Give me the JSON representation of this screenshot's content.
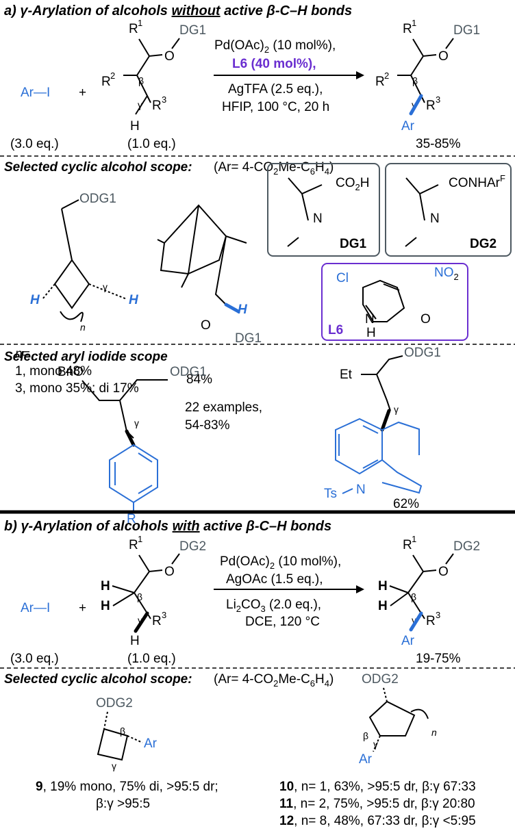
{
  "section_a": {
    "prefix": "a) ",
    "title": "γ-Arylation of alcohols without active β-C–H bonds",
    "title_parts": [
      "γ-Arylation of alcohols ",
      "without",
      " active β-",
      "C–H",
      " bonds"
    ],
    "aryl_iodide": "Ar—I",
    "plus": "+",
    "substrate_labels": [
      "R",
      "1",
      "DG1",
      "O",
      "R",
      "2",
      "β",
      "γ",
      "R",
      "3",
      "H"
    ],
    "conditions": [
      "Pd(OAc)",
      "2",
      " (10 mol%),",
      "L6",
      " (40 mol%),",
      "AgTFA (2.5 eq.),",
      "HFIP, 100 °C, 20 h"
    ],
    "equiv_arI": "(3.0 eq.)",
    "equiv_sub": "(1.0 eq.)",
    "yield": "35-85%",
    "product_labels": [
      "R",
      "1",
      "DG1",
      "O",
      "R",
      "2",
      "β",
      "γ",
      "R",
      "3",
      "Ar"
    ]
  },
  "cyclic_scope_a": {
    "heading": "Selected cyclic alcohol scope:",
    "heading_note": "(Ar= 4-CO",
    "heading_note_sub1": "2",
    "heading_note_mid": "Me-C",
    "heading_note_sub2": "6",
    "heading_note_sub2b": "H",
    "heading_note_sub3": "4",
    "heading_note_end": ")",
    "cyclobutane_top": "ODG1",
    "h_left": "H",
    "h_right": "H",
    "gamma": "γ",
    "n_label": "n",
    "n_eq": "n=",
    "row1": "1, mono 48%",
    "row2": "3, mono 35%; di 17%",
    "norbornane_yield": "84%",
    "norbornane_o": "O",
    "norbornane_dg": "DG1",
    "norbornane_h": "H",
    "dg1_label": "DG1",
    "dg1_acid": "CO",
    "dg1_acid_sub": "2",
    "dg1_acid_h": "H",
    "dg1_n": "N",
    "dg2_label": "DG2",
    "dg2_amide": "CONHAr",
    "dg2_amide_sup": "F",
    "dg2_n": "N",
    "l6_label": "L6",
    "l6_cl": "Cl",
    "l6_no2": "NO",
    "l6_no2_sub": "2",
    "l6_n": "N",
    "l6_h": "H",
    "l6_o": "O"
  },
  "aryl_scope": {
    "heading": "Selected aryl iodide scope",
    "bno": "BnO",
    "odg1": "ODG1",
    "gamma": "γ",
    "r_label": "R",
    "examples": "22 examples,",
    "examples_yield": "54-83%",
    "indole_et": "Et",
    "indole_odg1": "ODG1",
    "indole_gamma": "γ",
    "indole_ts": "Ts",
    "indole_n": "N",
    "indole_yield": "62%"
  },
  "section_b": {
    "prefix": "b) ",
    "title_parts": [
      "γ-Arylation of alcohols ",
      "with",
      " active β-",
      "C–H",
      " bonds"
    ],
    "aryl_iodide": "Ar—I",
    "plus": "+",
    "substrate_labels": [
      "R",
      "1",
      "DG2",
      "O",
      "H",
      "H",
      "β",
      "γ",
      "R",
      "3",
      "H"
    ],
    "conditions": [
      "Pd(OAc)",
      "2",
      " (10 mol%),",
      "AgOAc (1.5 eq.),",
      "Li",
      "2",
      "CO",
      "3",
      " (2.0 eq.),",
      "DCE, 120 °C"
    ],
    "equiv_arI": "(3.0 eq.)",
    "equiv_sub": "(1.0 eq.)",
    "yield": "19-75%",
    "product_labels": [
      "R",
      "1",
      "DG2",
      "O",
      "H",
      "H",
      "β",
      "γ",
      "R",
      "3",
      "Ar"
    ]
  },
  "cyclic_scope_b": {
    "heading": "Selected cyclic alcohol scope:",
    "heading_note": "(Ar= 4-CO",
    "cb_top": "ODG2",
    "cb_beta": "β",
    "cb_gamma": "γ",
    "cb_ar": "Ar",
    "cp_top": "ODG2",
    "cp_beta": "β",
    "cp_gamma": "γ",
    "cp_n": "n",
    "cp_ar": "Ar",
    "entry9_num": "9",
    "entry9_text": ", 19% mono, 75% di, >95:5 dr;",
    "entry9_line2": "β:γ >95:5",
    "entry10_num": "10",
    "entry10_text": ", n= 1, 63%, >95:5 dr, β:γ 67:33",
    "entry11_num": "11",
    "entry11_text": ", n= 2, 75%, >95:5 dr, β:γ 20:80",
    "entry12_num": "12",
    "entry12_text": ", n= 8, 48%, 67:33 dr, β:γ <5:95"
  },
  "colors": {
    "blue": "#2a6fd6",
    "grey": "#4d5961",
    "purple": "#6a2ed0"
  }
}
